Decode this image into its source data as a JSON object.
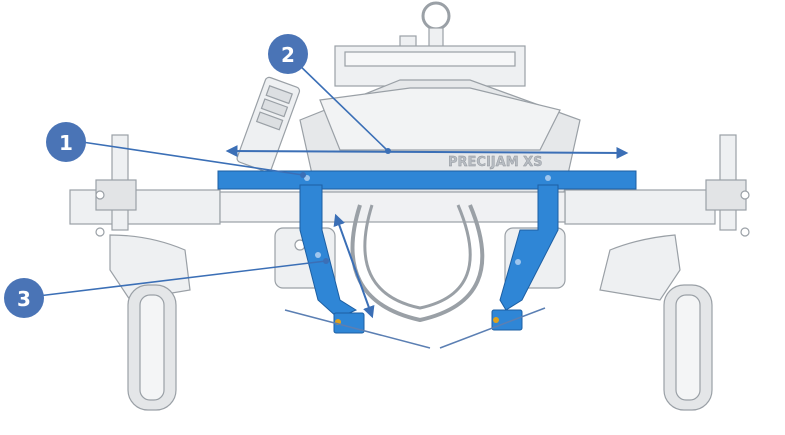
{
  "brand_text": "PRECIJAM XS",
  "callouts": [
    {
      "id": "callout-1",
      "label": "1"
    },
    {
      "id": "callout-2",
      "label": "2"
    },
    {
      "id": "callout-3",
      "label": "3"
    }
  ],
  "colors": {
    "accent_blue": "#2f86d6",
    "callout_fill": "#4a74b6",
    "arrow_blue": "#3b6fb6",
    "machine_line": "#9aa0a6",
    "machine_fill": "#eef0f2"
  }
}
